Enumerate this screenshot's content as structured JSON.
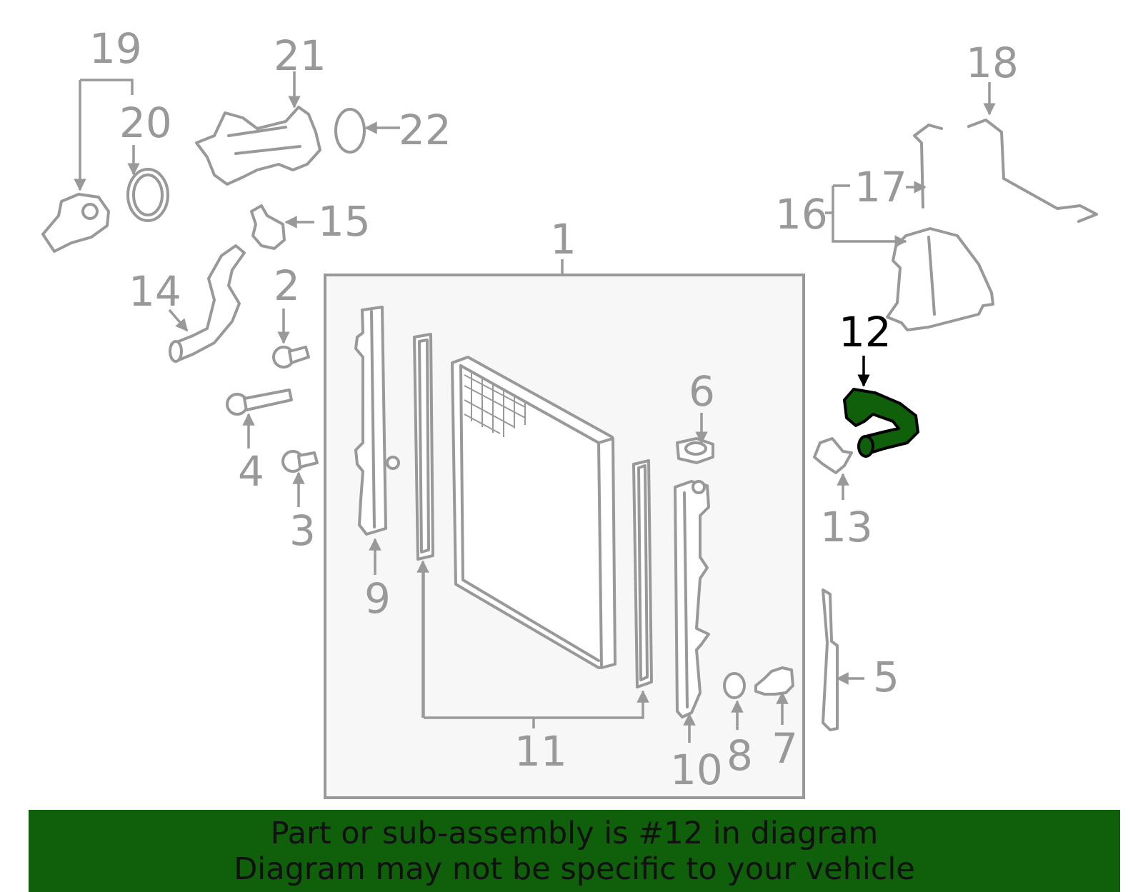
{
  "diagram": {
    "highlight_color": "#0f5f0b",
    "callouts": {
      "c1": "1",
      "c2": "2",
      "c3": "3",
      "c4": "4",
      "c5": "5",
      "c6": "6",
      "c7": "7",
      "c8": "8",
      "c9": "9",
      "c10": "10",
      "c11": "11",
      "c12": "12",
      "c13": "13",
      "c14": "14",
      "c15": "15",
      "c16": "16",
      "c17": "17",
      "c18": "18",
      "c19": "19",
      "c20": "20",
      "c21": "21",
      "c22": "22"
    },
    "highlighted_part": "12"
  },
  "footer": {
    "line1": "Part or sub-assembly is #12 in diagram",
    "line2": "Diagram may not be specific to your vehicle",
    "background": "#0f5f0b"
  }
}
